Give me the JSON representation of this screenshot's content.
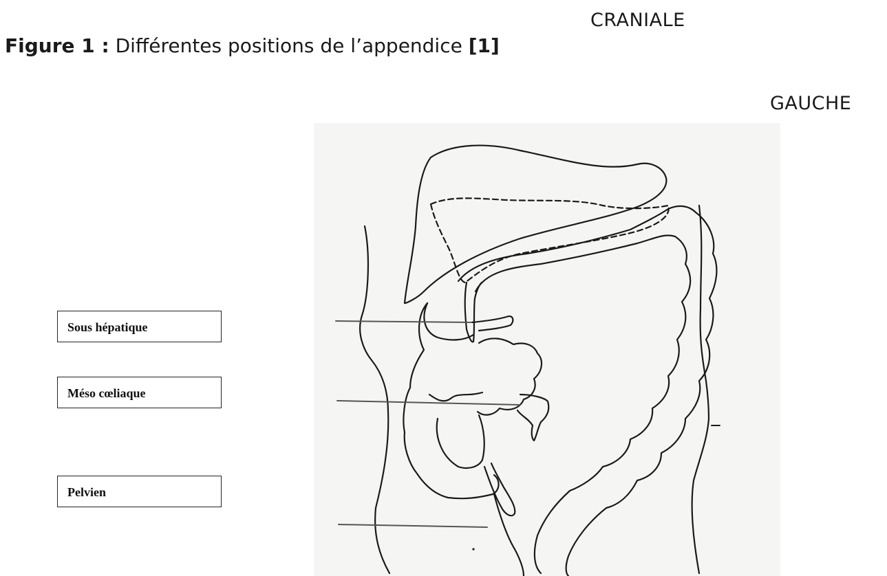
{
  "orientation": {
    "cranial": "CRANIALE",
    "left": "GAUCHE"
  },
  "caption": {
    "prefix": "Figure 1 :",
    "text": " Différentes positions de l’appendice ",
    "reference": "[1]"
  },
  "labels": [
    {
      "text": "Sous hépatique"
    },
    {
      "text": "Méso cœliaque"
    },
    {
      "text": "Pelvien"
    }
  ],
  "colors": {
    "ink": "#1a1a1a",
    "panel": "#f5f5f3",
    "pointer_line": "#555555"
  }
}
